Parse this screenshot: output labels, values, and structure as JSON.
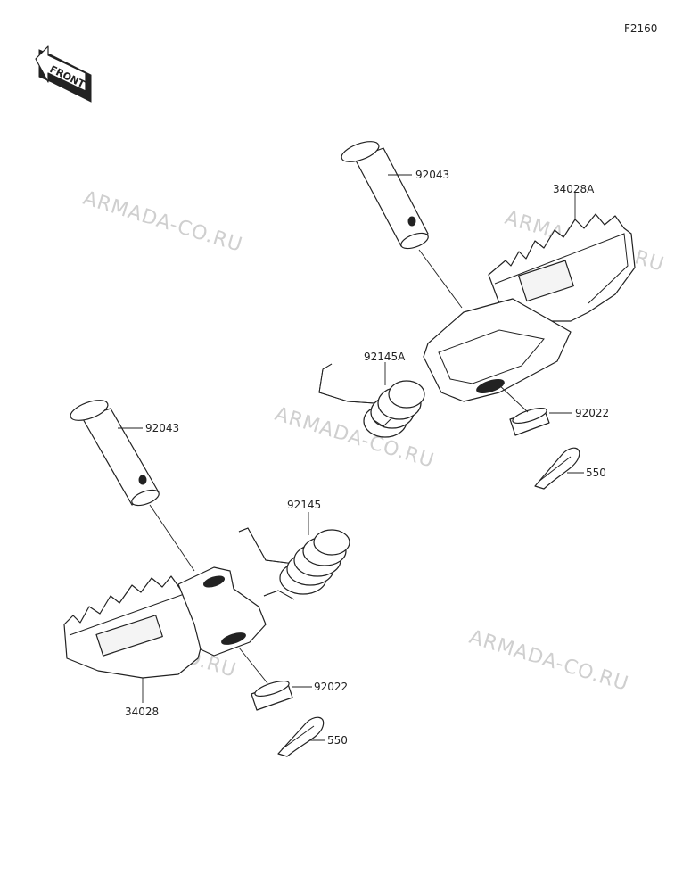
{
  "figure_code": "F2160",
  "front_label": "FRONT",
  "watermark": "ARMADA-CO.RU",
  "part_labels": {
    "pin_right": "92043",
    "footpeg_right": "34028A",
    "spring_right": "92145A",
    "washer_right": "92022",
    "cotter_right": "550",
    "pin_left": "92043",
    "spring_left": "92145",
    "footpeg_left": "34028",
    "washer_left": "92022",
    "cotter_left": "550"
  }
}
